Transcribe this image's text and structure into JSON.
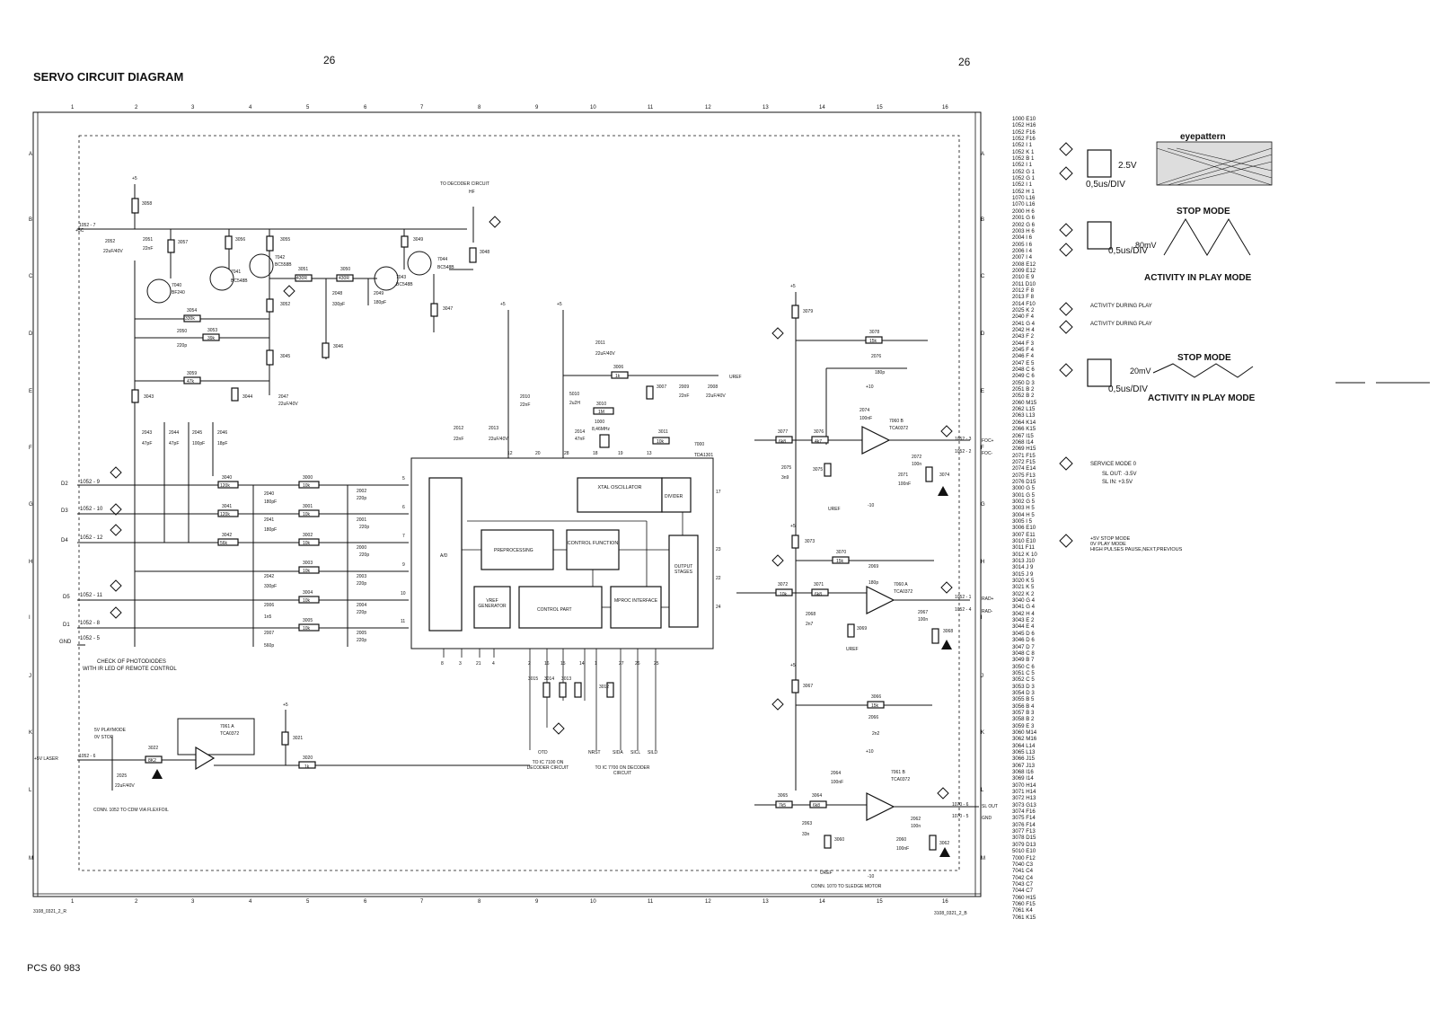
{
  "header": {
    "title": "SERVO CIRCUIT DIAGRAM",
    "page_left": "26",
    "page_right": "26"
  },
  "footer": {
    "code_left": "3108_0321_2_R",
    "code_right": "3108_0321_2_B",
    "product": "PCS 60 983"
  },
  "grid": {
    "cols": [
      "1",
      "2",
      "3",
      "4",
      "5",
      "6",
      "7",
      "8",
      "9",
      "10",
      "11",
      "12",
      "13",
      "14",
      "15",
      "16"
    ],
    "rows": [
      "A",
      "B",
      "C",
      "D",
      "E",
      "F",
      "G",
      "H",
      "I",
      "J",
      "K",
      "L",
      "M"
    ]
  },
  "ic": {
    "ref": "7000",
    "type": "TDA1301",
    "blocks": {
      "ad": "A/D",
      "pre": "PREPROCESSING",
      "ctrl_fn": "CONTROL FUNCTION",
      "xtal": "XTAL OSCILLATOR",
      "divider": "DIVIDER",
      "output": "OUTPUT STAGES",
      "vref": "VREF GENERATOR",
      "ctrl_part": "CONTROL PART",
      "mproc": "MPROC INTERFACE"
    }
  },
  "inputs": {
    "d2": "D2",
    "d3": "D3",
    "d4": "D4",
    "d5": "D5",
    "d1": "D1",
    "gnd": "GND",
    "plus5c": "+5C",
    "laser": "+5V LASER",
    "conn_d2": "1052 - 9",
    "conn_d3": "1052 - 10",
    "conn_d4": "1052 - 12",
    "conn_d5": "1052 - 11",
    "conn_d1": "1052 - 8",
    "conn_gnd": "1052 - 5",
    "conn_5c": "1052 - 7",
    "conn_laser": "1052 - 6"
  },
  "outputs": {
    "foc_plus": "FOC+",
    "foc_minus": "FOC-",
    "rad_plus": "RAD+",
    "rad_minus": "RAD-",
    "sl_out": "SL OUT",
    "gnd": "GND",
    "c_foc_p": "1052 - 3",
    "c_foc_m": "1052 - 2",
    "c_rad_p": "1052 - 1",
    "c_rad_m": "1052 - 4",
    "c_sl": "1070 - 6",
    "c_gnd": "1070 - 5"
  },
  "labels": {
    "to_decoder": "TO DECODER CIRCUIT",
    "hf": "HF",
    "uref": "UREF",
    "check_photo_1": "CHECK OF PHOTODIODES",
    "check_photo_2": "WITH IR LED OF REMOTE CONTROL",
    "conn_cdm": "CONN. 1052 TO CDM VIA FLEXFOIL",
    "conn_sledge": "CONN. 1070 TO SLEDGE MOTOR",
    "playmode_1": "5V PLAYMODE",
    "playmode_2": "0V STOP",
    "to_ic7100": "TO IC 7100 ON DECODER CIRCUIT",
    "to_ic7700": "TO IC 7700 ON DECODER CIRCUIT",
    "otd": "OTD",
    "nrst": "NRST",
    "sida": "SIDA",
    "sicl": "SICL",
    "sild": "SILD",
    "xtal_freq": "8,46MHz",
    "crystal_ref": "1000"
  },
  "transistors": [
    {
      "ref": "7040",
      "type": "BF240"
    },
    {
      "ref": "7041",
      "type": "BC548B"
    },
    {
      "ref": "7042",
      "type": "BC558B"
    },
    {
      "ref": "7043",
      "type": "BC548B"
    },
    {
      "ref": "7044",
      "type": "BC548B"
    }
  ],
  "opamps": [
    {
      "ref": "7060 B",
      "type": "TCA0372"
    },
    {
      "ref": "7060 A",
      "type": "TCA0372"
    },
    {
      "ref": "7061 B",
      "type": "TCA0372"
    },
    {
      "ref": "7061 A",
      "type": "TCA0372"
    }
  ],
  "scopes": {
    "eye_title": "eyepattern",
    "eye_volt": "2.5V",
    "eye_time": "0,5us/DIV",
    "stop_mode": "STOP MODE",
    "activity_play": "ACTIVITY IN PLAY MODE",
    "tri_volt": "80mV",
    "tri_time": "0,5us/DIV",
    "activity_during_1": "ACTIVITY DURING PLAY",
    "activity_during_2": "ACTIVITY DURING PLAY",
    "stop_mode_2": "STOP MODE",
    "wave_volt": "20mV",
    "wave_time": "0,5us/DIV",
    "activity_play_2": "ACTIVITY IN PLAY MODE",
    "service_mode": "SERVICE MODE 0",
    "sl_out_v": "SL OUT: -3.5V",
    "sl_in_v": "SL IN: +3.5V",
    "stop_note_1": "+5V STOP MODE",
    "stop_note_2": "0V PLAY MODE",
    "stop_note_3": "HIGH PULSES PAUSE,NEXT,PREVIOUS"
  },
  "reference_list": [
    "1000 E10",
    "1052 H16",
    "1052 F16",
    "1052 F16",
    "1052 I 1",
    "1052 K 1",
    "1052 B 1",
    "1052 I 1",
    "1052 G 1",
    "1052 G 1",
    "1052 I 1",
    "1052 H 1",
    "1070 L16",
    "1070 L16",
    "2000 H 6",
    "2001 G 6",
    "2002 G 6",
    "2003 H 6",
    "2004 I 6",
    "2005 I 6",
    "2006 I 4",
    "2007 I 4",
    "2008 E12",
    "2009 E12",
    "2010 E 9",
    "2011 D10",
    "2012 F 8",
    "2013 F 8",
    "2014 F10",
    "2025 K 2",
    "2040 F 4",
    "2041 G 4",
    "2042 H 4",
    "2043 F 2",
    "2044 F 3",
    "2045 F 4",
    "2046 F 4",
    "2047 E 5",
    "2048 C 6",
    "2049 C 6",
    "2050 D 3",
    "2051 B 2",
    "2052 B 2",
    "2060 M15",
    "2062 L15",
    "2063 L13",
    "2064 K14",
    "2066 K15",
    "2067 I15",
    "2068 I14",
    "2069 H15",
    "2071 F15",
    "2072 F15",
    "2074 E14",
    "2075 F13",
    "2076 D15",
    "3000 G 5",
    "3001 G 5",
    "3002 G 5",
    "3003 H 5",
    "3004 H 5",
    "3005 I 5",
    "3006 E10",
    "3007 E11",
    "3010 E10",
    "3011 F11",
    "3012 K 10",
    "3013 J10",
    "3014 J 9",
    "3015 J 9",
    "3020 K 5",
    "3021 K 5",
    "3022 K 2",
    "3040 G 4",
    "3041 G 4",
    "3042 H 4",
    "3043 E 2",
    "3044 E 4",
    "3045 D 6",
    "3046 D 6",
    "3047 D 7",
    "3048 C 8",
    "3049 B 7",
    "3050 C 6",
    "3051 C 5",
    "3052 C 5",
    "3053 D 3",
    "3054 D 3",
    "3055 B 5",
    "3056 B 4",
    "3057 B 3",
    "3058 B 2",
    "3059 E 3",
    "3060 M14",
    "3062 M16",
    "3064 L14",
    "3065 L13",
    "3066 J15",
    "3067 J13",
    "3068 I16",
    "3069 I14",
    "3070 H14",
    "3071 H14",
    "3072 H13",
    "3073 G13",
    "3074 F16",
    "3075 F14",
    "3076 F14",
    "3077 F13",
    "3078 D15",
    "3079 D13",
    "5010 E10",
    "7000 F12",
    "7040 C3",
    "7041 C4",
    "7042 C4",
    "7043 C7",
    "7044 C7",
    "7060 H15",
    "7060 F15",
    "7061 K4",
    "7061 K15"
  ]
}
